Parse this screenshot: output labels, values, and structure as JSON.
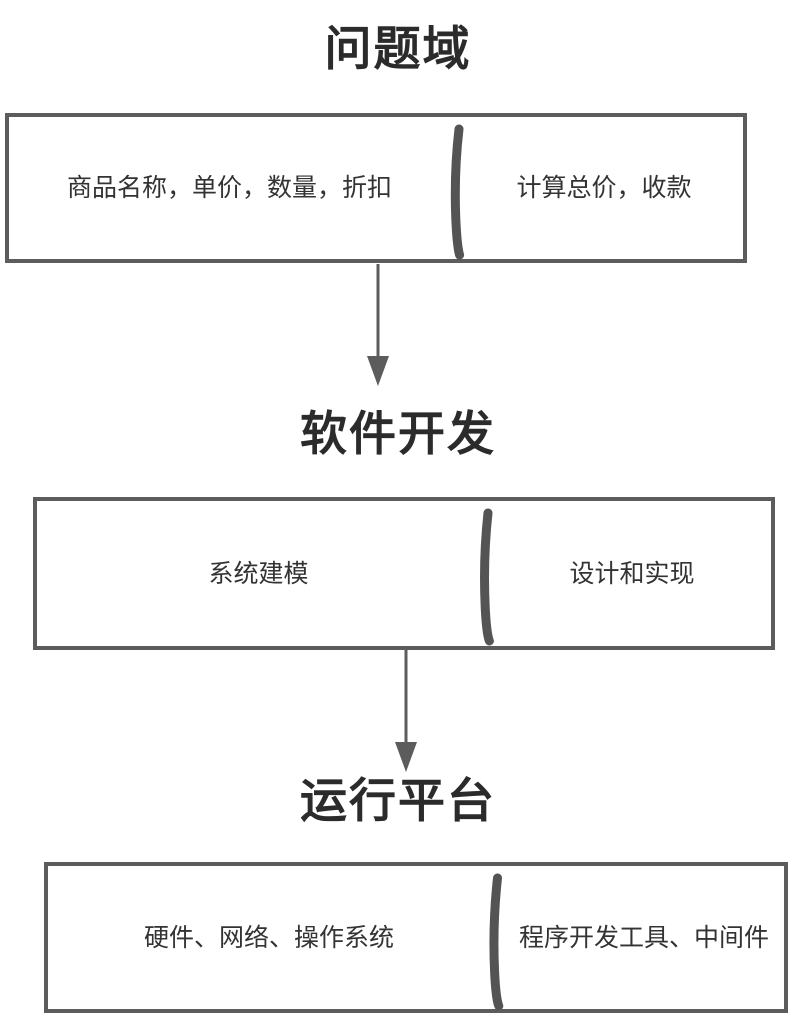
{
  "diagram": {
    "title_problem": "问题域",
    "title_software": "软件开发",
    "title_platform": "运行平台",
    "colors": {
      "box_border": "#5c5c5c",
      "title_text": "#2b2b2b",
      "body_text": "#333333",
      "stroke": "#545454",
      "arrow": "#5c5c5c",
      "background": "#ffffff"
    },
    "sections": [
      {
        "name": "problem-domain",
        "title": "问题域",
        "left_cell": "商品名称，单价，数量，折扣",
        "right_cell": "计算总价，收款"
      },
      {
        "name": "software-development",
        "title": "软件开发",
        "left_cell": "系统建模",
        "right_cell": "设计和实现"
      },
      {
        "name": "runtime-platform",
        "title": "运行平台",
        "left_cell": "硬件、网络、操作系统",
        "right_cell": "程序开发工具、中间件"
      }
    ],
    "connectors": [
      {
        "name": "problem-to-software",
        "from": "问题域",
        "to": "软件开发",
        "style": "down-arrow"
      },
      {
        "name": "software-to-platform",
        "from": "软件开发",
        "to": "运行平台",
        "style": "down-arrow"
      }
    ]
  }
}
